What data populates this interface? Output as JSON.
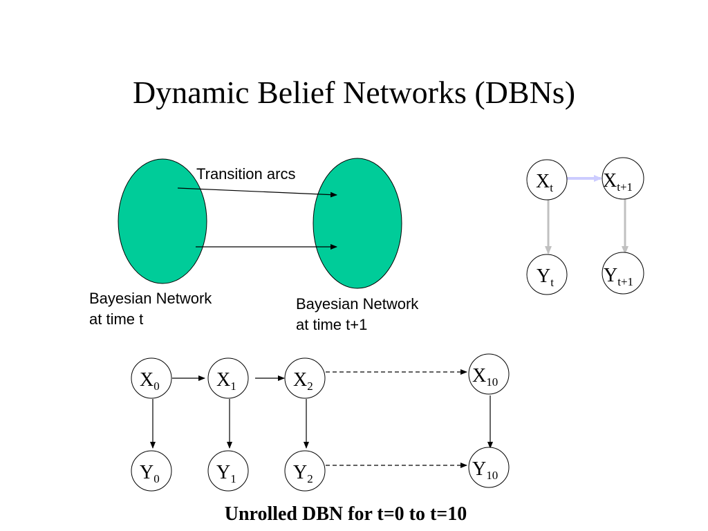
{
  "title": "Dynamic Belief Networks (DBNs)",
  "transition_label": "Transition arcs",
  "bn_left": {
    "line1": "Bayesian Network",
    "line2": "at time t"
  },
  "bn_right": {
    "line1": "Bayesian Network",
    "line2": "at time t+1"
  },
  "caption": "Unrolled DBN for t=0 to t=10",
  "colors": {
    "ellipse_fill": "#00CC99",
    "template_arrow": "#C0C0C0",
    "transition_arrow": "#CCCCFF",
    "line": "#000000"
  },
  "template_nodes": {
    "x_t": {
      "base": "X",
      "sub": "t"
    },
    "x_t1": {
      "base": "X",
      "sub": "t+1"
    },
    "y_t": {
      "base": "Y",
      "sub": "t"
    },
    "y_t1": {
      "base": "Y",
      "sub": "t+1"
    }
  },
  "unrolled_nodes": {
    "x0": {
      "base": "X",
      "sub": "0"
    },
    "x1": {
      "base": "X",
      "sub": "1"
    },
    "x2": {
      "base": "X",
      "sub": "2"
    },
    "x10": {
      "base": "X",
      "sub": "10"
    },
    "y0": {
      "base": "Y",
      "sub": "0"
    },
    "y1": {
      "base": "Y",
      "sub": "1"
    },
    "y2": {
      "base": "Y",
      "sub": "2"
    },
    "y10": {
      "base": "Y",
      "sub": "10"
    }
  }
}
